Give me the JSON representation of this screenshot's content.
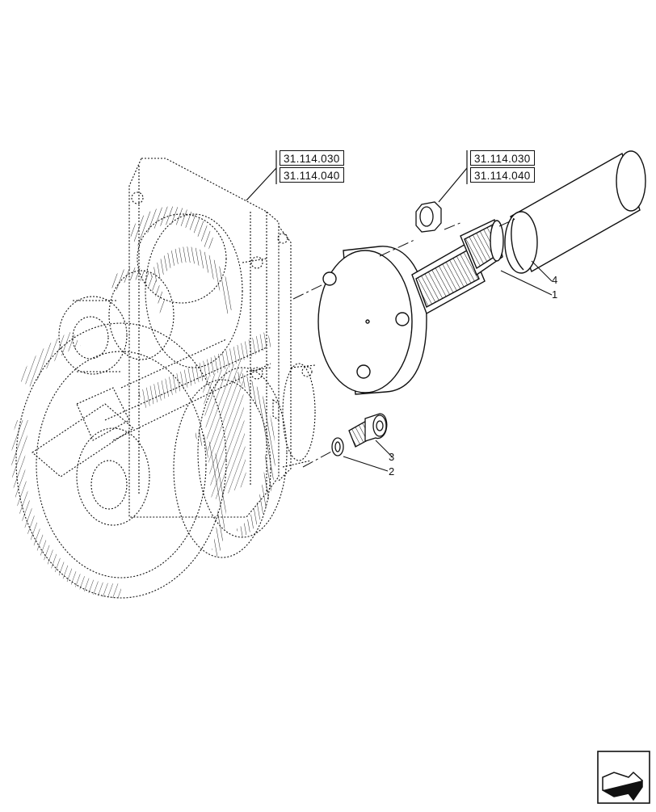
{
  "references": {
    "left": [
      "31.114.030",
      "31.114.040"
    ],
    "right": [
      "31.114.030",
      "31.114.040"
    ]
  },
  "callouts": {
    "shaft": "1",
    "washer": "2",
    "screw": "3",
    "sleeve": "4"
  },
  "icons": {
    "nav": "next-page-arrow-icon"
  },
  "colors": {
    "line": "#111111",
    "background": "#ffffff"
  }
}
